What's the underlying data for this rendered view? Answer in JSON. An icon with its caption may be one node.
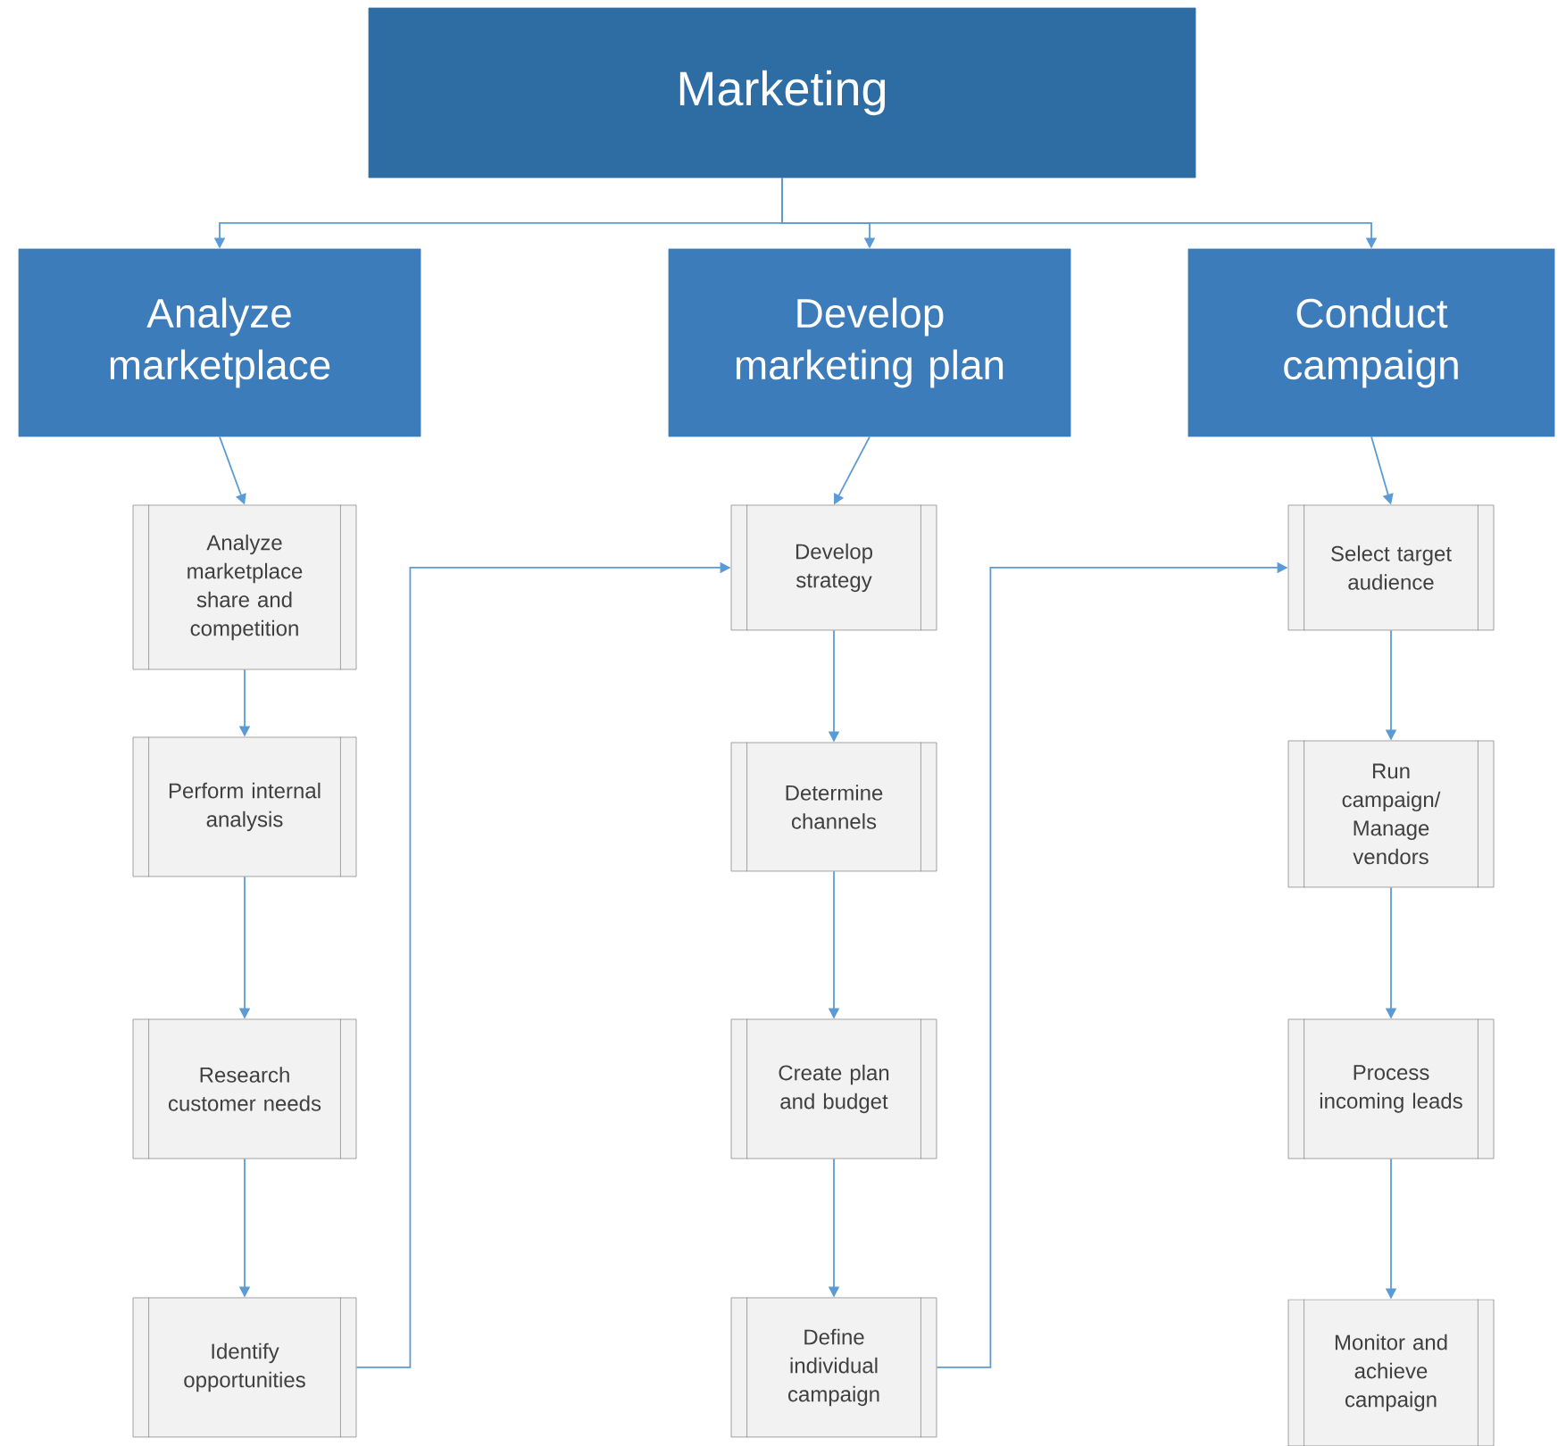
{
  "diagram": {
    "nodes": [
      {
        "text": [
          "Marketing"
        ]
      },
      {
        "text": [
          "Analyze marketplace"
        ]
      },
      {
        "text": [
          "Develop marketing plan"
        ]
      },
      {
        "text": [
          "Conduct campaign"
        ]
      },
      {
        "text": [
          "Analyze marketplace share and competition"
        ]
      },
      {
        "text": [
          "Perform internal analysis"
        ]
      },
      {
        "text": [
          "Research customer needs"
        ]
      },
      {
        "text": [
          "Identify opportunities"
        ]
      },
      {
        "text": [
          "Develop strategy"
        ]
      },
      {
        "text": [
          "Determine channels"
        ]
      },
      {
        "text": [
          "Create plan and budget"
        ]
      },
      {
        "text": [
          "Define individual campaign"
        ]
      },
      {
        "text": [
          "Select target audience"
        ]
      },
      {
        "text": [
          "Run campaign/ Manage vendors"
        ]
      },
      {
        "text": [
          "Process incoming leads"
        ]
      },
      {
        "text": [
          "Monitor and achieve campaign"
        ]
      }
    ],
    "edges": [
      {
        "from": 0,
        "to": 1,
        "arrow": "to"
      },
      {
        "from": 0,
        "to": 2,
        "arrow": "to"
      },
      {
        "from": 0,
        "to": 3,
        "arrow": "to"
      },
      {
        "from": 1,
        "to": 4,
        "arrow": "to"
      },
      {
        "from": 4,
        "to": 5,
        "arrow": "to"
      },
      {
        "from": 5,
        "to": 6,
        "arrow": "to"
      },
      {
        "from": 6,
        "to": 7,
        "arrow": "to"
      },
      {
        "from": 7,
        "to": 8,
        "arrow": "to"
      },
      {
        "from": 2,
        "to": 8,
        "arrow": "to"
      },
      {
        "from": 8,
        "to": 9,
        "arrow": "to"
      },
      {
        "from": 9,
        "to": 10,
        "arrow": "to"
      },
      {
        "from": 10,
        "to": 11,
        "arrow": "to"
      },
      {
        "from": 11,
        "to": 12,
        "arrow": "to"
      },
      {
        "from": 3,
        "to": 12,
        "arrow": "to"
      },
      {
        "from": 12,
        "to": 13,
        "arrow": "to"
      },
      {
        "from": 13,
        "to": 14,
        "arrow": "to"
      },
      {
        "from": 14,
        "to": 15,
        "arrow": "to"
      }
    ]
  }
}
